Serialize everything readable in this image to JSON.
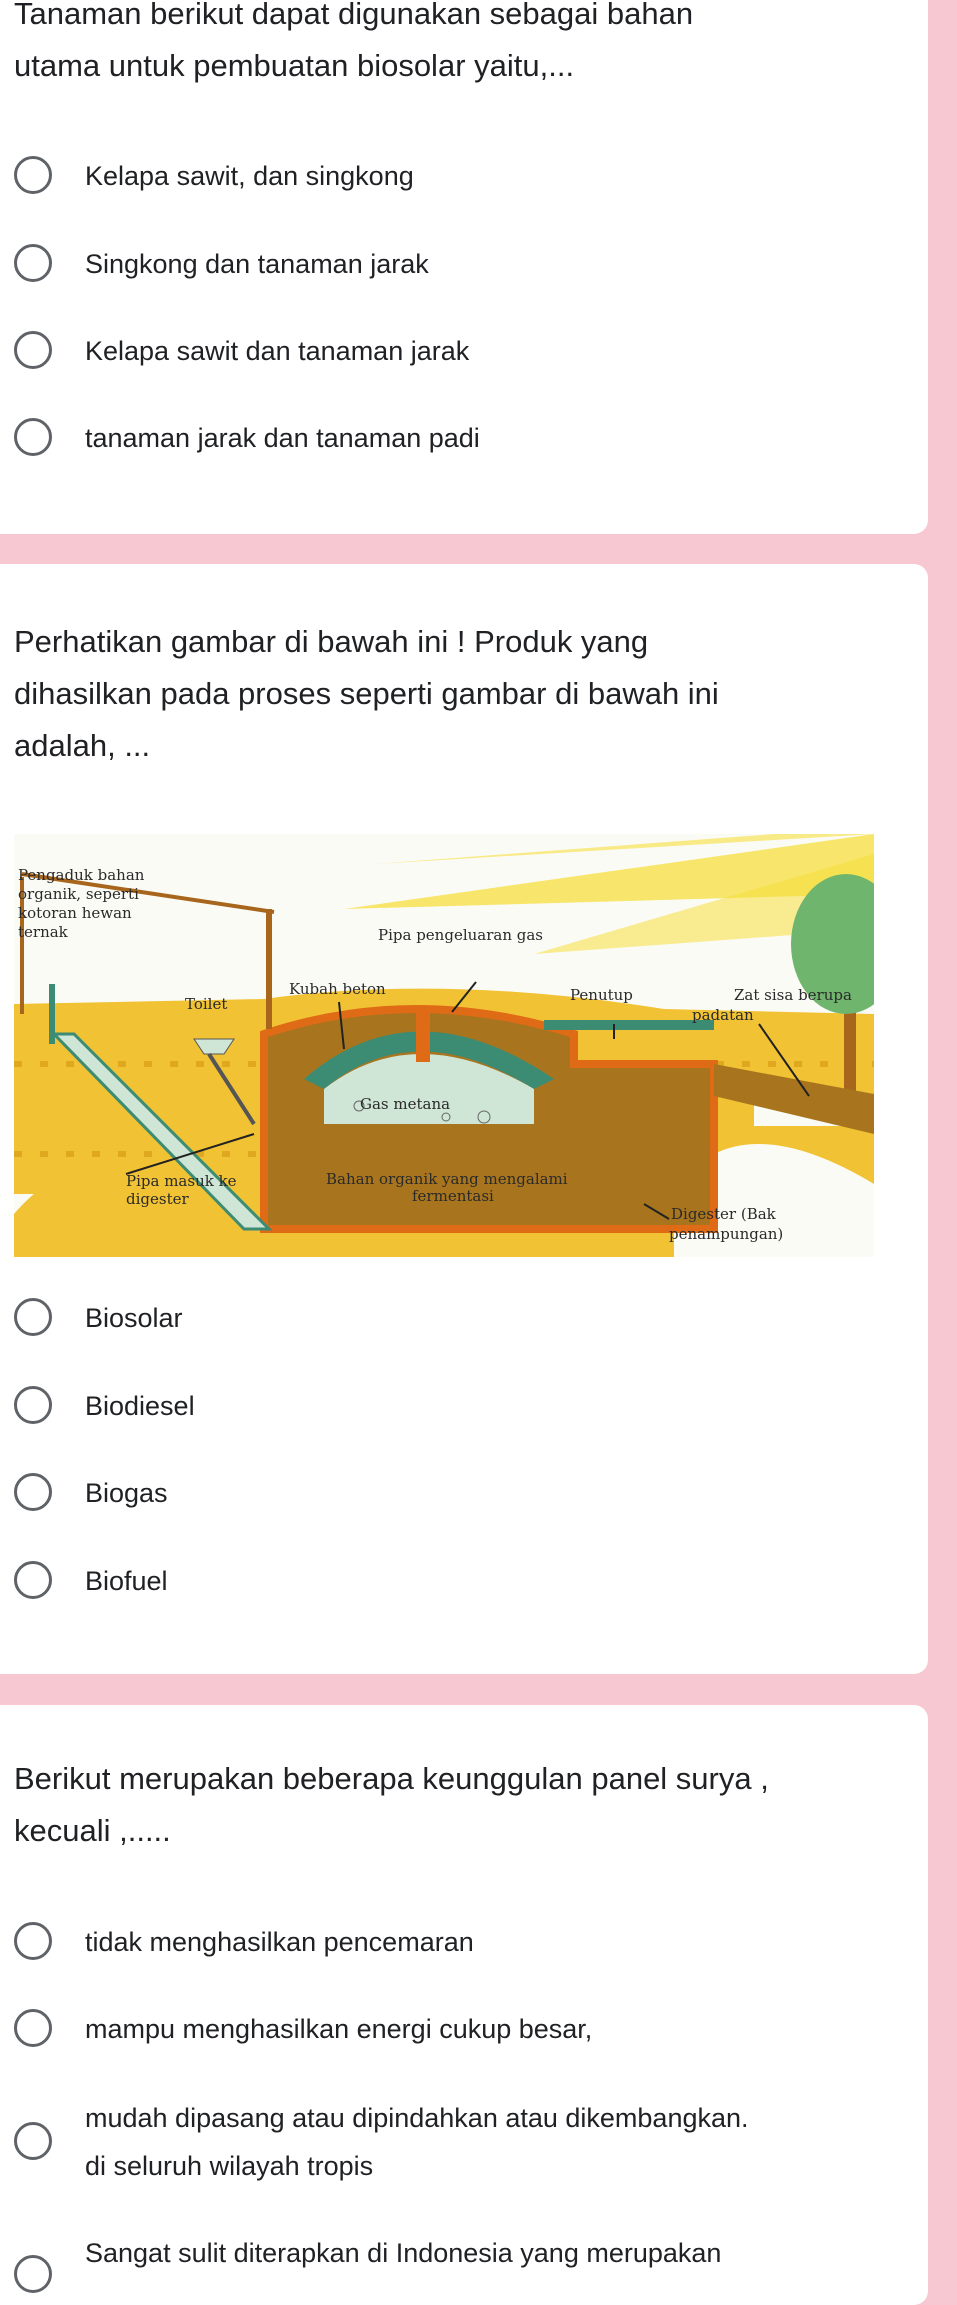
{
  "questions": [
    {
      "text_lines": [
        "Tanaman berikut dapat digunakan sebagai bahan",
        "utama untuk pembuatan biosolar yaitu,..."
      ],
      "options": [
        "Kelapa sawit, dan singkong",
        "Singkong dan tanaman jarak",
        "Kelapa sawit dan tanaman jarak",
        "tanaman jarak dan tanaman padi"
      ]
    },
    {
      "text_lines": [
        "Perhatikan gambar di bawah ini !   Produk yang",
        "dihasilkan pada proses seperti gambar di bawah ini",
        "adalah, ..."
      ],
      "figure": {
        "labels": {
          "pengaduk_1": "Pengaduk bahan",
          "pengaduk_2": "organik, seperti",
          "pengaduk_3": "kotoran hewan",
          "pengaduk_4": "ternak",
          "toilet": "Toilet",
          "kubah": "Kubah beton",
          "pipa_gas": "Pipa pengeluaran gas",
          "penutup": "Penutup",
          "zat_sisa_1": "Zat sisa berupa",
          "zat_sisa_2": "padatan",
          "gas_metana": "Gas metana",
          "pipa_masuk_1": "Pipa masuk ke",
          "pipa_masuk_2": "digester",
          "bahan_1": "Bahan organik yang mengalami",
          "bahan_2": "fermentasi",
          "digester_1": "Digester (Bak",
          "digester_2": "penampungan)"
        }
      },
      "options": [
        "Biosolar",
        "Biodiesel",
        "Biogas",
        "Biofuel"
      ]
    },
    {
      "text_lines": [
        "Berikut merupakan beberapa keunggulan panel surya ,",
        "kecuali ,....."
      ],
      "options": [
        "tidak menghasilkan pencemaran",
        "mampu menghasilkan energi cukup besar,",
        "mudah dipasang atau dipindahkan atau dikembangkan.",
        "di seluruh wilayah tropis",
        "Sangat sulit diterapkan di Indonesia yang merupakan"
      ]
    }
  ]
}
